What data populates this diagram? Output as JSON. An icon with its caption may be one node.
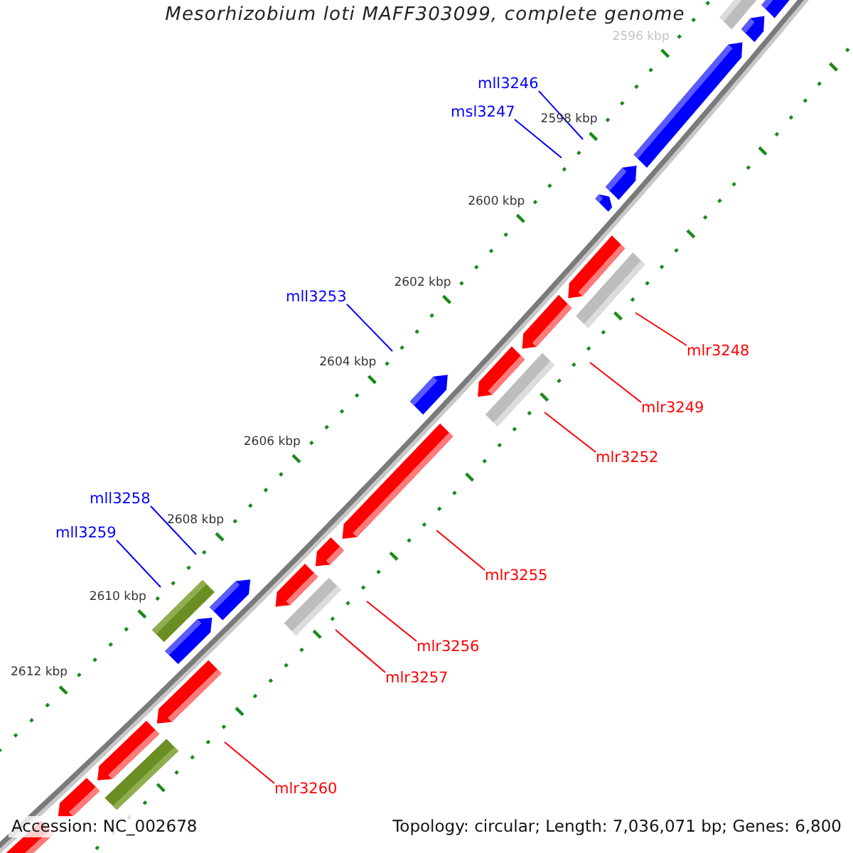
{
  "diagram": {
    "title": "Mesorhizobium loti MAFF303099, complete genome",
    "nodes": [
      {
        "text": [
          "mll3246"
        ]
      },
      {
        "text": [
          "msl3247"
        ]
      },
      {
        "text": [
          "mll3253"
        ]
      },
      {
        "text": [
          "mlr3248"
        ]
      },
      {
        "text": [
          "mlr3249"
        ]
      },
      {
        "text": [
          "mlr3252"
        ]
      },
      {
        "text": [
          "mll3258"
        ]
      },
      {
        "text": [
          "mll3259"
        ]
      },
      {
        "text": [
          "mlr3255"
        ]
      },
      {
        "text": [
          "mlr3256"
        ]
      },
      {
        "text": [
          "mlr3257"
        ]
      },
      {
        "text": [
          "mlr3260"
        ]
      }
    ],
    "edges": [
      {
        "from": 0,
        "to": null,
        "arrow": "none",
        "color": "#0000ff"
      },
      {
        "from": 1,
        "to": null,
        "arrow": "none",
        "color": "#0000ff"
      },
      {
        "from": 2,
        "to": null,
        "arrow": "none",
        "color": "#0000ff"
      },
      {
        "from": 3,
        "to": null,
        "arrow": "none"
      },
      {
        "from": 4,
        "to": null,
        "arrow": "none"
      },
      {
        "from": 5,
        "to": null,
        "arrow": "none"
      },
      {
        "from": 6,
        "to": null,
        "arrow": "none",
        "color": "#0000ff"
      },
      {
        "from": 7,
        "to": null,
        "arrow": "none",
        "color": "#0000ff"
      },
      {
        "from": 8,
        "to": null,
        "arrow": "none"
      },
      {
        "from": 9,
        "to": null,
        "arrow": "none"
      },
      {
        "from": 10,
        "to": null,
        "arrow": "none"
      },
      {
        "from": 11,
        "to": null,
        "arrow": "none"
      }
    ],
    "labels": [
      "2596 kbp",
      "2598 kbp",
      "2600 kbp",
      "2602 kbp",
      "2604 kbp",
      "2606 kbp",
      "2608 kbp",
      "2610 kbp",
      "2612 kbp",
      "Accession: NC_002678",
      "Topology: circular; Length: 7,036,071 bp; Genes: 6,800"
    ]
  }
}
